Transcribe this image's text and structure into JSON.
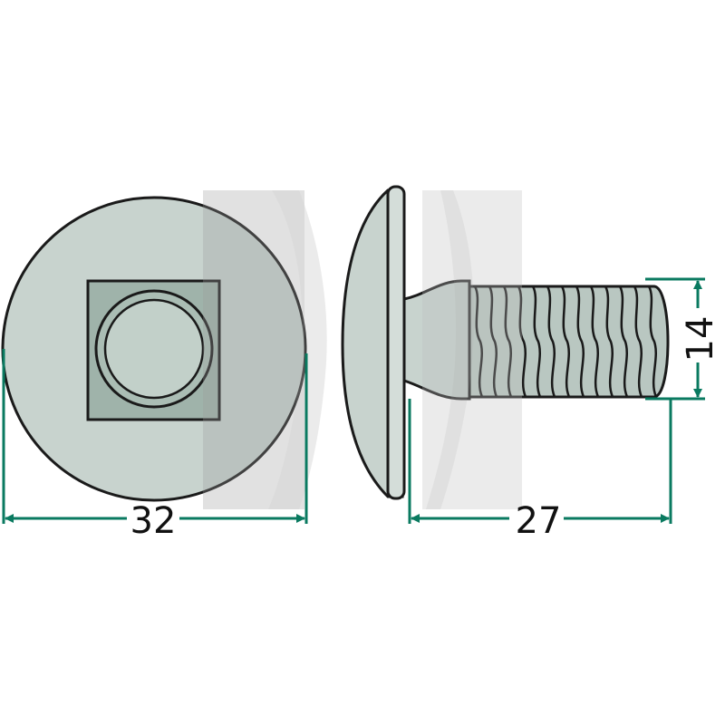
{
  "dimensions": {
    "head_diameter": "32",
    "bolt_length": "27",
    "thread_diameter": "14"
  },
  "colors": {
    "dimension_line": "#0a7a60",
    "outline": "#1a1a1a",
    "head_fill": "#c8d3ce",
    "square_fill": "#9fb3aa",
    "thread_fill": "#b9c7c1",
    "watermark": "#cfcfcf"
  },
  "icons": {
    "watermark": "logo-watermark"
  }
}
